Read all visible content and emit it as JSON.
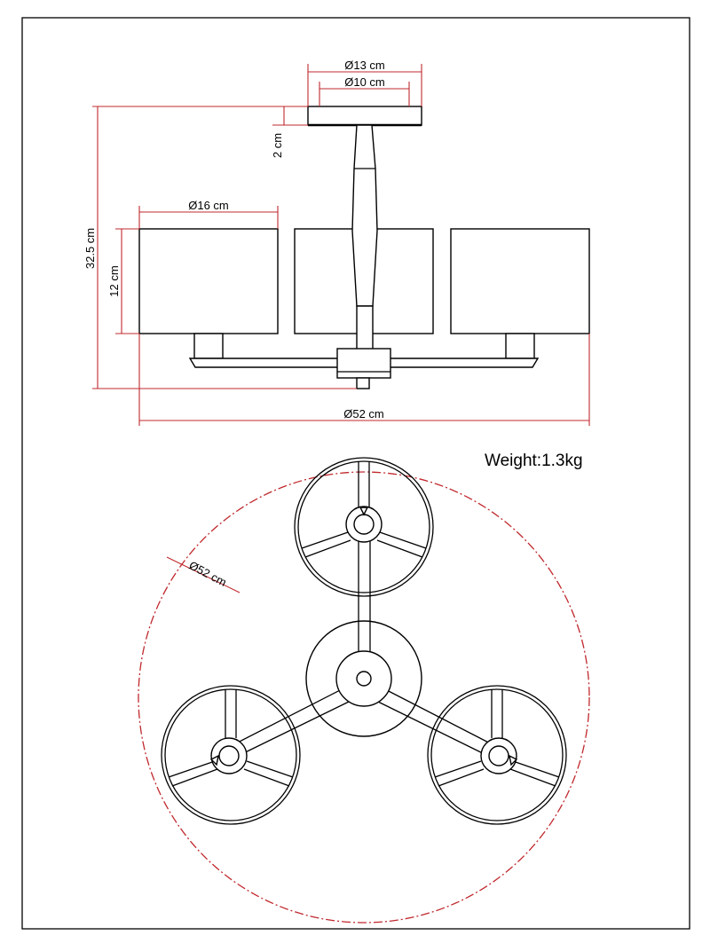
{
  "dimensions": {
    "canopy_outer": "Ø13 cm",
    "canopy_inner": "Ø10 cm",
    "canopy_height": "2 cm",
    "total_height": "32.5 cm",
    "shade_diameter": "Ø16 cm",
    "shade_height": "12 cm",
    "total_width": "Ø52 cm",
    "top_view_diameter": "Ø52 cm"
  },
  "weight": "Weight:1.3kg",
  "colors": {
    "line": "#000000",
    "dimension": "#c0282d"
  }
}
